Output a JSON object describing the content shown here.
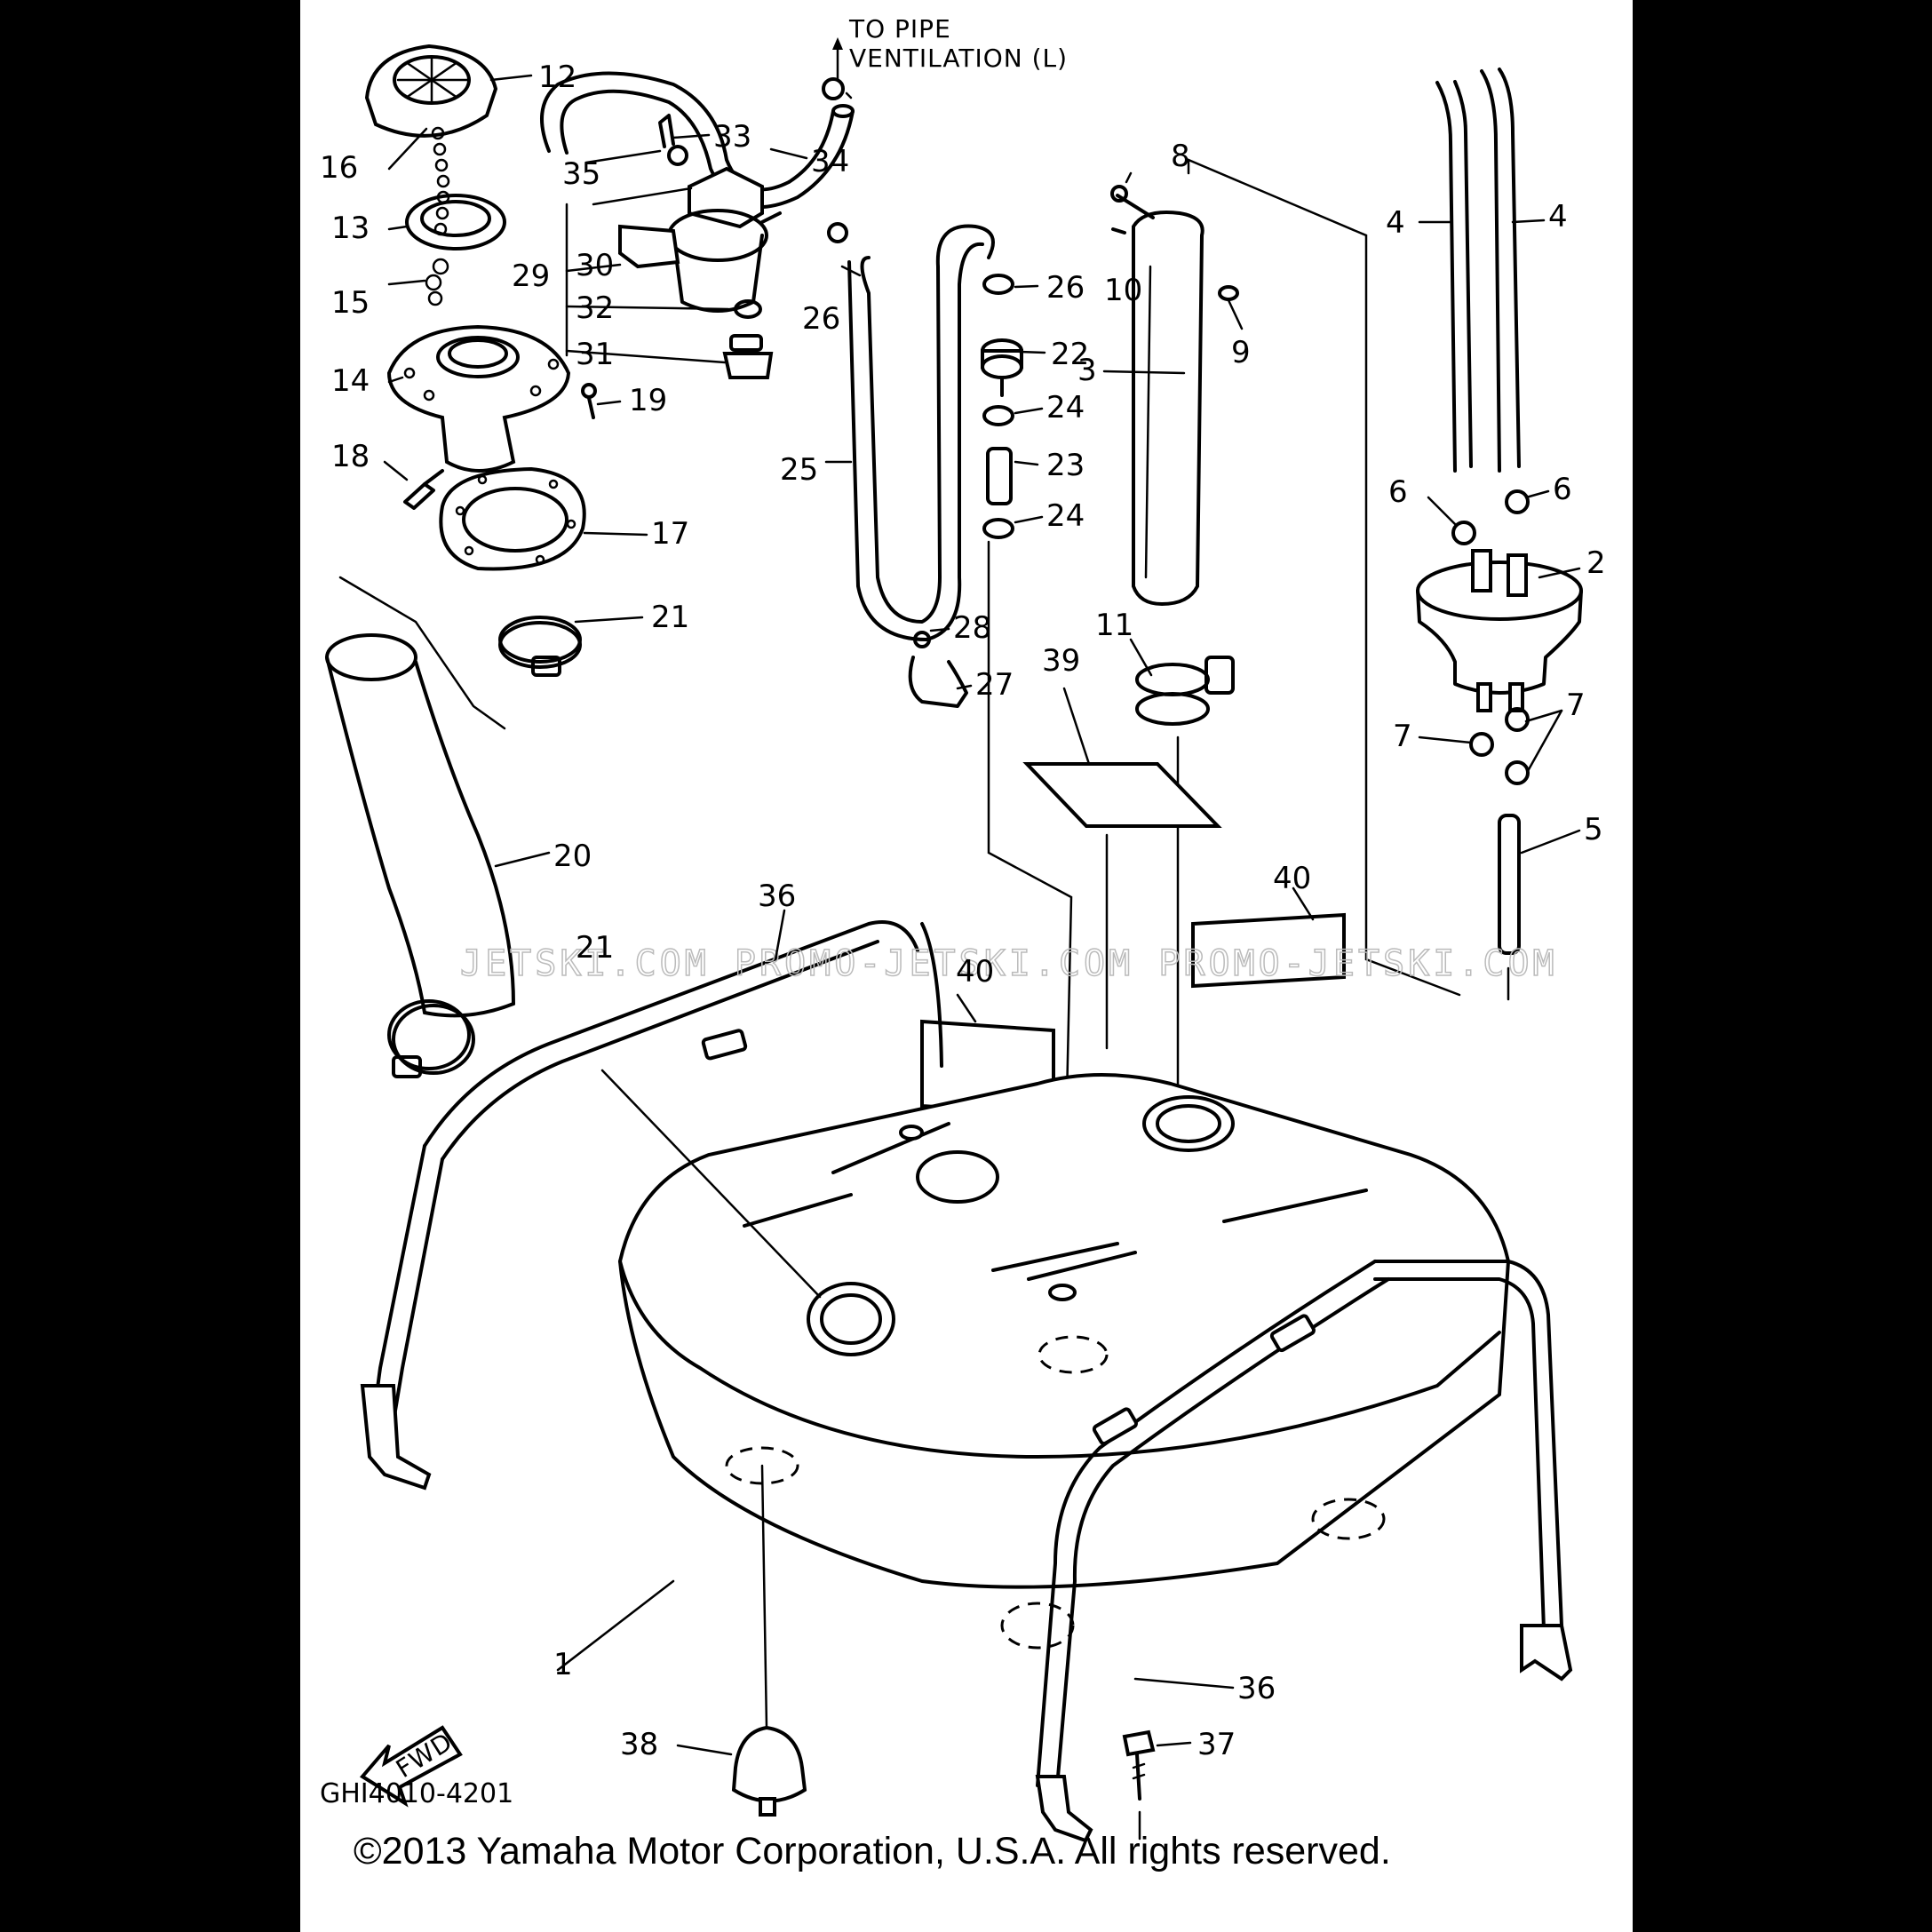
{
  "diagram": {
    "note_line1": "TO PIPE",
    "note_line2": "VENTILATION (L)",
    "fwd": "FWD",
    "code": "GHI4010-4201",
    "watermark": "JETSKI.COM  PROMO-JETSKI.COM  PROMO-JETSKI.COM",
    "copyright": "©2013 Yamaha Motor Corporation, U.S.A. All rights reserved.",
    "callouts": [
      "12",
      "16",
      "13",
      "15",
      "14",
      "18",
      "17",
      "19",
      "21",
      "20",
      "35",
      "33",
      "34",
      "29",
      "30",
      "32",
      "31",
      "26",
      "25",
      "22",
      "24",
      "23",
      "28",
      "27",
      "8",
      "10",
      "9",
      "3",
      "4",
      "6",
      "2",
      "7",
      "5",
      "11",
      "39",
      "40",
      "36",
      "1",
      "38",
      "37"
    ]
  }
}
